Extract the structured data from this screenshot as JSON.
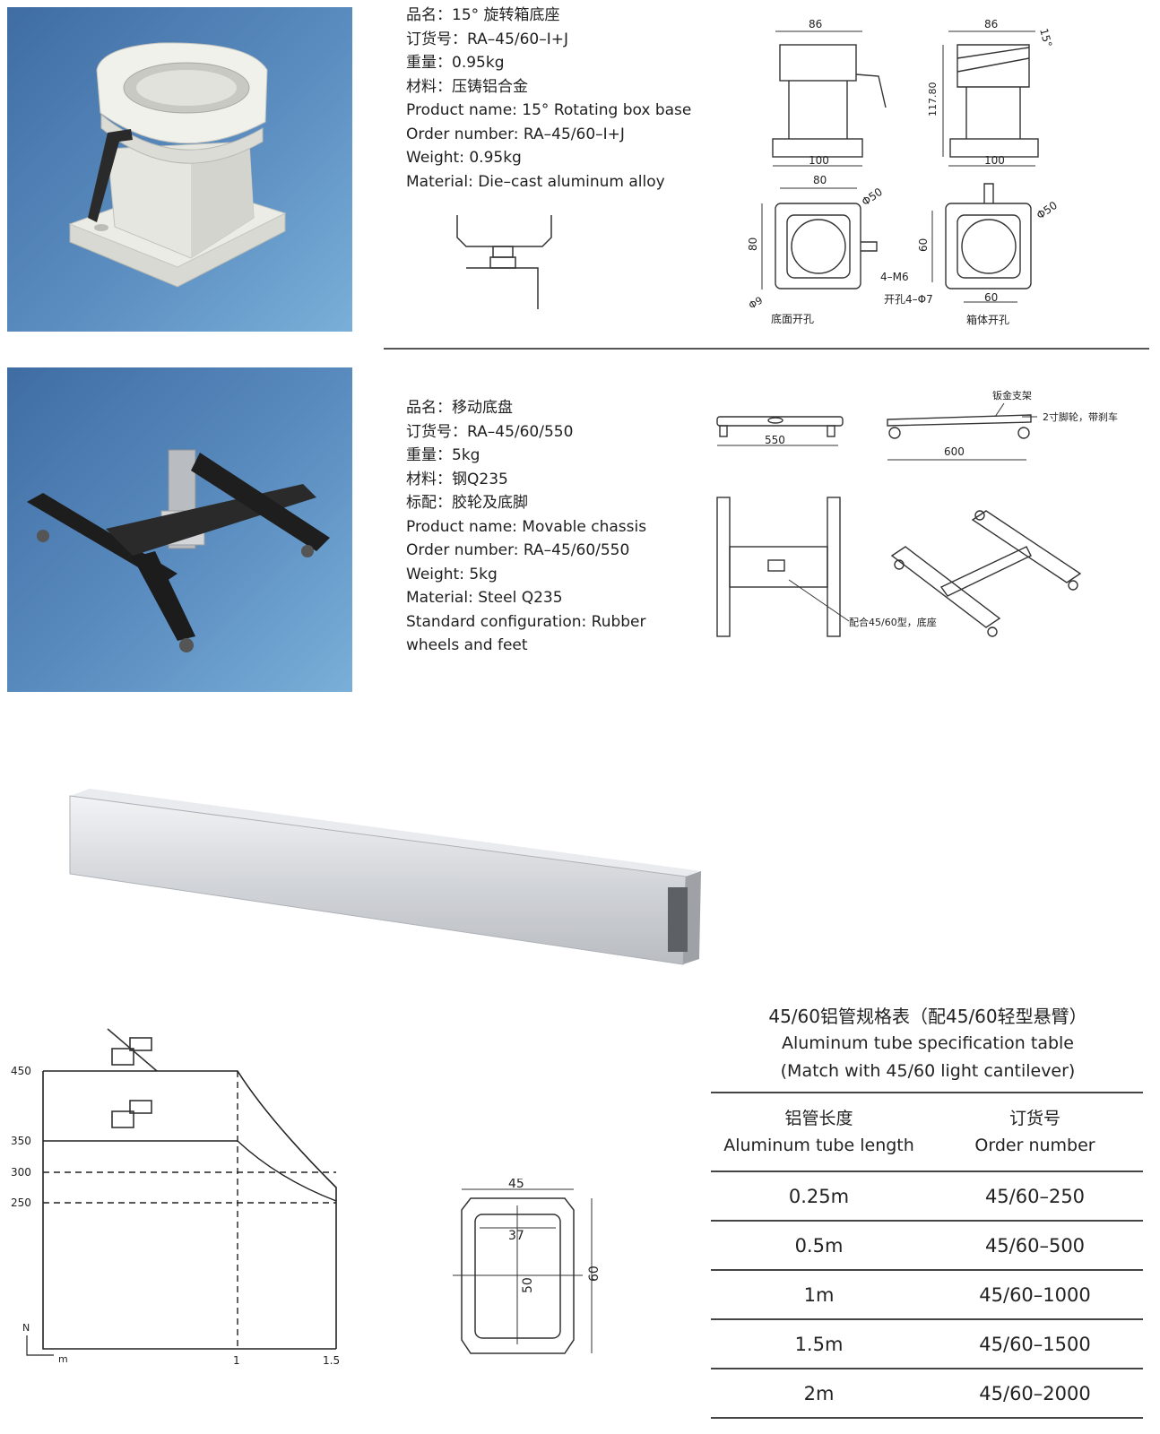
{
  "section1": {
    "specs": [
      "品名：15°  旋转箱底座",
      "订货号：RA–45/60–I+J",
      "重量：0.95kg",
      "材料：压铸铝合金",
      "Product name: 15°  Rotating box base",
      "Order number: RA–45/60–I+J",
      "Weight: 0.95kg",
      "Material: Die–cast aluminum alloy"
    ],
    "drawing": {
      "dim_86_a": "86",
      "dim_86_b": "86",
      "dim_15deg": "15°",
      "dim_117_80": "117.80",
      "dim_100_a": "100",
      "dim_100_b": "100",
      "dim_80_top": "80",
      "dim_80_side": "80",
      "dim_phi50_a": "Φ50",
      "dim_phi50_b": "Φ50",
      "dim_60_side": "60",
      "dim_60_bottom": "60",
      "note_4m6": "4–M6",
      "note_phi9": "Φ9",
      "note_holes": "开孔4–Φ7",
      "caption_bottom": "底面开孔",
      "caption_box": "箱体开孔"
    }
  },
  "section2": {
    "specs": [
      "品名：移动底盘",
      "订货号：RA–45/60/550",
      "重量：5kg",
      "材料：钢Q235",
      "标配：胶轮及底脚",
      "Product name: Movable chassis",
      "Order number: RA–45/60/550",
      "Weight: 5kg",
      "Material: Steel Q235",
      "Standard configuration: Rubber",
      "wheels and feet"
    ],
    "drawing": {
      "dim_550": "550",
      "dim_600": "600",
      "note_bracket": "钣金支架",
      "note_wheel": "2寸脚轮，带刹车",
      "note_match": "配合45/60型，底座"
    }
  },
  "load_chart": {
    "y_ticks": [
      "450",
      "350",
      "300",
      "250"
    ],
    "x_ticks": [
      "1",
      "1.5"
    ],
    "y_unit": "N",
    "x_unit": "m"
  },
  "profile": {
    "dim_45": "45",
    "dim_37": "37",
    "dim_50": "50",
    "dim_60": "60"
  },
  "spec_table": {
    "title_cn": "45/60铝管规格表（配45/60轻型悬臂）",
    "title_en_1": "Aluminum tube specification table",
    "title_en_2": "(Match with 45/60 light cantilever)",
    "headers": [
      {
        "cn": "铝管长度",
        "en": "Aluminum tube length"
      },
      {
        "cn": "订货号",
        "en": "Order number"
      }
    ],
    "rows": [
      [
        "0.25m",
        "45/60–250"
      ],
      [
        "0.5m",
        "45/60–500"
      ],
      [
        "1m",
        "45/60–1000"
      ],
      [
        "1.5m",
        "45/60–1500"
      ],
      [
        "2m",
        "45/60–2000"
      ]
    ]
  }
}
